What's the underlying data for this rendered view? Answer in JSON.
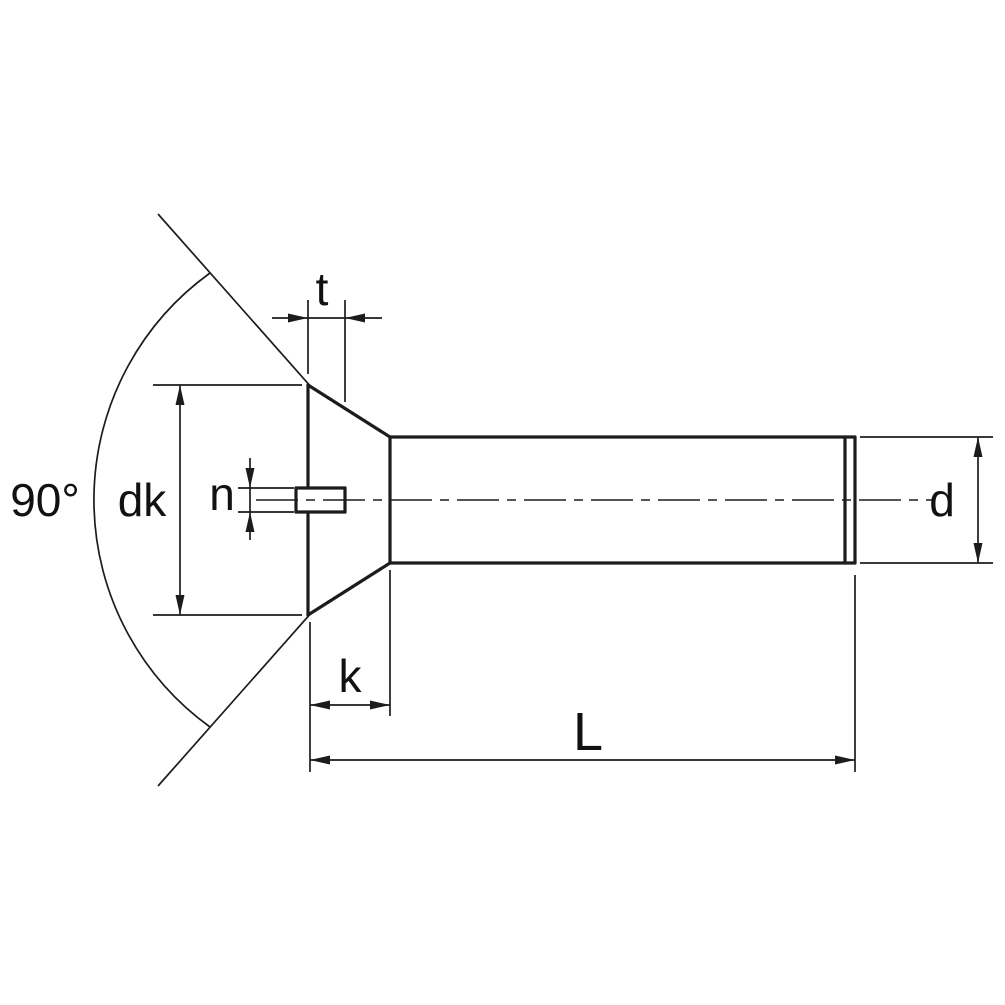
{
  "drawing": {
    "labels": {
      "countersink_angle": "90°",
      "head_diameter": "dk",
      "slot_width": "n",
      "slot_depth": "t",
      "head_height": "k",
      "length": "L",
      "shank_diameter": "d"
    }
  }
}
